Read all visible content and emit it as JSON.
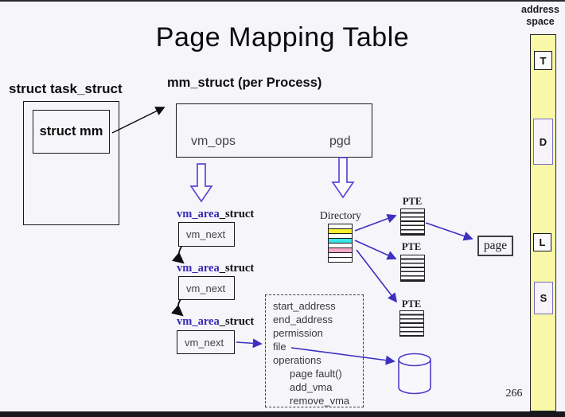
{
  "slide": {
    "title": "Page Mapping Table",
    "page_number": "266"
  },
  "address_space": {
    "label": "address space",
    "segments": [
      "T",
      "D",
      "L",
      "S"
    ]
  },
  "task_struct": {
    "label": "struct task_struct",
    "mm_field": "struct mm"
  },
  "mm_struct": {
    "label": "mm_struct (per Process)",
    "vm_ops_field": "vm_ops",
    "pgd_field": "pgd"
  },
  "vma_list": {
    "items": [
      {
        "name_blue": "vm_area",
        "name_black": "_struct",
        "field": "vm_next"
      },
      {
        "name_blue": "vm_area",
        "name_black": "_struct",
        "field": "vm_next"
      },
      {
        "name_blue": "vm_area",
        "name_black": "_struct",
        "field": "vm_next"
      }
    ]
  },
  "paging": {
    "directory_label": "Directory",
    "pte_label": "PTE",
    "page_label": "page",
    "directory_rows": [
      "#fdfdfd",
      "#f6f22e",
      "#fdfdfd",
      "#39e5e5",
      "#fdfdfd",
      "#f7a8c4",
      "#fdfdfd",
      "#fdfdfd"
    ]
  },
  "vma_detail": {
    "lines": [
      "start_address",
      "end_address",
      "permission",
      "file",
      "operations",
      "page fault()",
      "add_vma",
      "remove_vma"
    ]
  },
  "colors": {
    "arrow_blue": "#3d2fc0",
    "column_yellow": "#f8f8a6",
    "dir_yellow": "#f6f22e",
    "dir_cyan": "#39e5e5",
    "dir_pink": "#f7a8c4"
  }
}
